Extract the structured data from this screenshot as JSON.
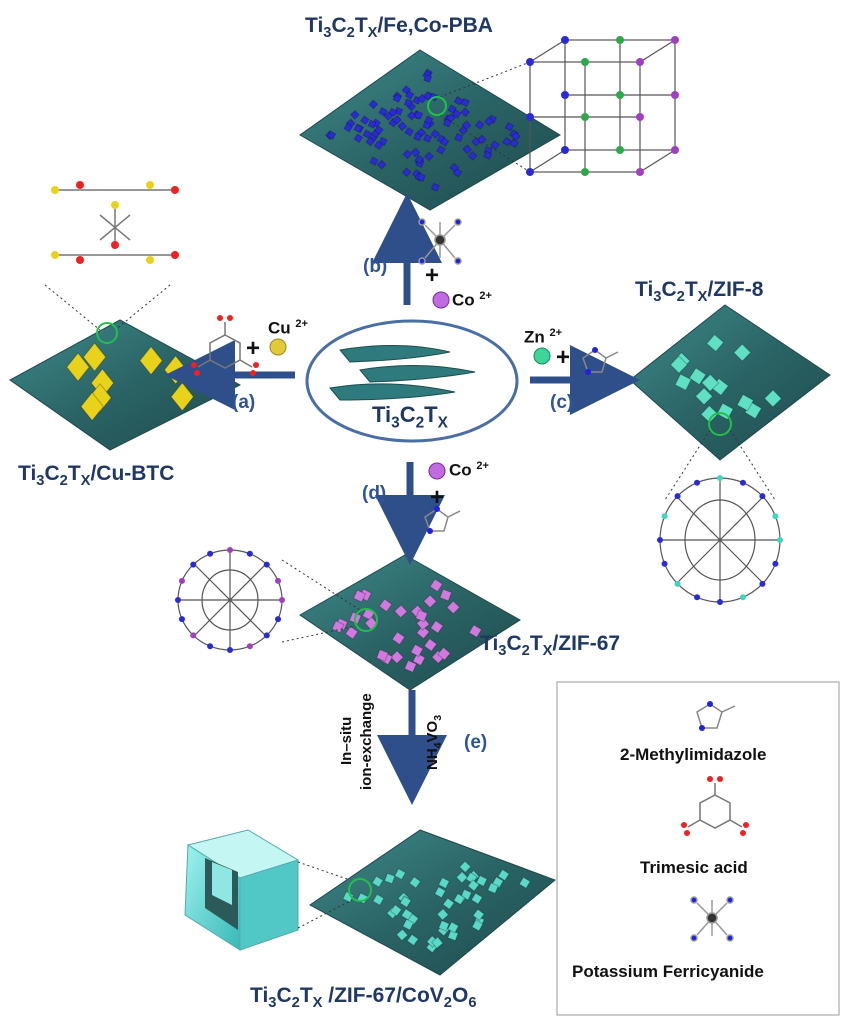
{
  "products": {
    "pba": {
      "pre": "Ti",
      "s1": "3",
      "mid": "C",
      "s2": "2",
      "t": "T",
      "s3": "X",
      "post": "/Fe,Co-PBA"
    },
    "btc": {
      "pre": "Ti",
      "s1": "3",
      "mid": "C",
      "s2": "2",
      "t": "T",
      "s3": "X",
      "post": "/Cu-BTC"
    },
    "zif8": {
      "pre": "Ti",
      "s1": "3",
      "mid": "C",
      "s2": "2",
      "t": "T",
      "s3": "X",
      "post": "/ZIF-8"
    },
    "zif67": {
      "pre": "Ti",
      "s1": "3",
      "mid": "C",
      "s2": "2",
      "t": "T",
      "s3": "X",
      "post": "/ZIF-67"
    },
    "cov": {
      "pre": "Ti",
      "s1": "3",
      "mid": "C",
      "s2": "2",
      "t": "T",
      "s3": "X",
      "post": " /ZIF-67/CoV",
      "s4": "2",
      "o": "O",
      "s5": "6"
    }
  },
  "center": {
    "pre": "Ti",
    "s1": "3",
    "mid": "C",
    "s2": "2",
    "t": "T",
    "s3": "X"
  },
  "steps": {
    "a": "(a)",
    "b": "(b)",
    "c": "(c)",
    "d": "(d)",
    "e": "(e)"
  },
  "ions": {
    "cu": "Cu",
    "cu_charge": "2+",
    "co": "Co",
    "co_charge": "2+",
    "zn": "Zn",
    "zn_charge": "2+",
    "plus": "+"
  },
  "exchange": {
    "line1": "In–situ",
    "line2": "ion-exchange",
    "reagent_pre": "NH",
    "reagent_s1": "4",
    "reagent_mid": "VO",
    "reagent_s2": "3"
  },
  "legend": {
    "items": [
      "2-Methylimidazole",
      "Trimesic acid",
      "Potassium Ferricyanide"
    ]
  },
  "colors": {
    "substrate": "#2e6b6c",
    "arrow": "#2f4f8a",
    "cube_blue": "#2b2bd6",
    "octa_yellow": "#e8d21c",
    "zif8_crystal": "#5fe0c4",
    "zif67_crystal": "#d07ae0",
    "cov_crystal": "#5ad8c8",
    "highlight": "#22c04a"
  }
}
